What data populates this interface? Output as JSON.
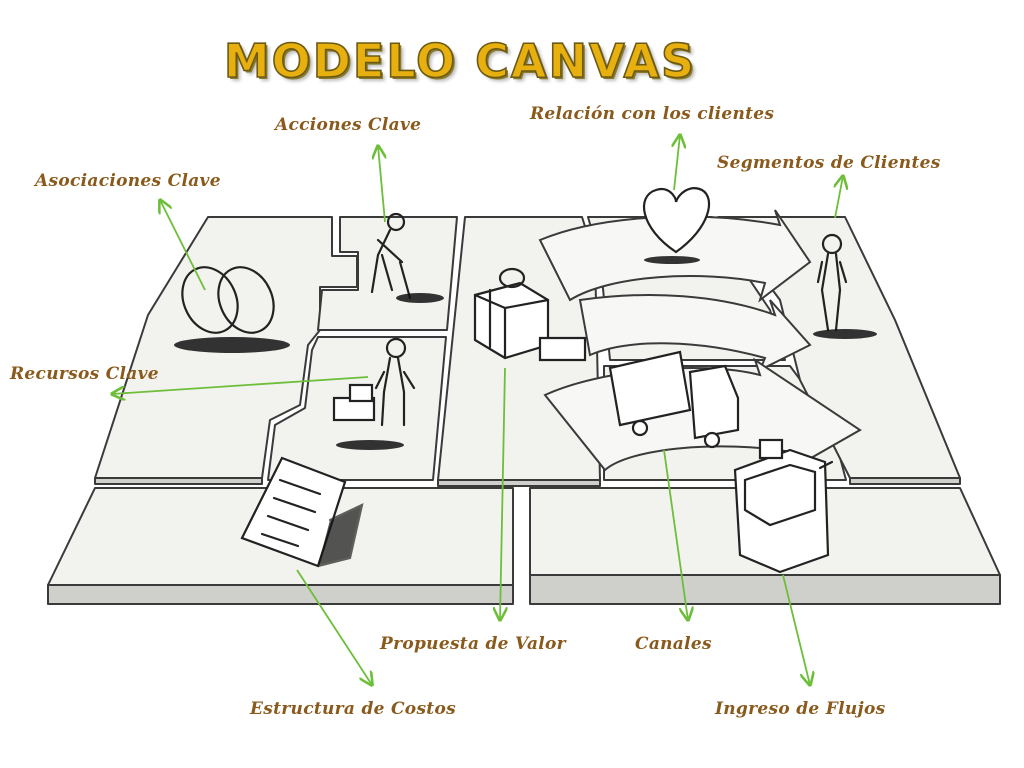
{
  "title": "MODELO CANVAS",
  "labels": {
    "acciones_clave": "Acciones Clave",
    "relacion_clientes": "Relación con los clientes",
    "segmentos_clientes": "Segmentos de Clientes",
    "asociaciones_clave": "Asociaciones Clave",
    "recursos_clave": "Recursos Clave",
    "propuesta_valor": "Propuesta de Valor",
    "canales": "Canales",
    "estructura_costos": "Estructura de Costos",
    "ingreso_flujos": "Ingreso de Flujos"
  },
  "colors": {
    "title_fill": "#e8b00e",
    "label_text": "#8a5a1c",
    "arrow": "#6dbf3a",
    "board": "#f2f2ef",
    "board_edge": "#3a3a3a"
  }
}
